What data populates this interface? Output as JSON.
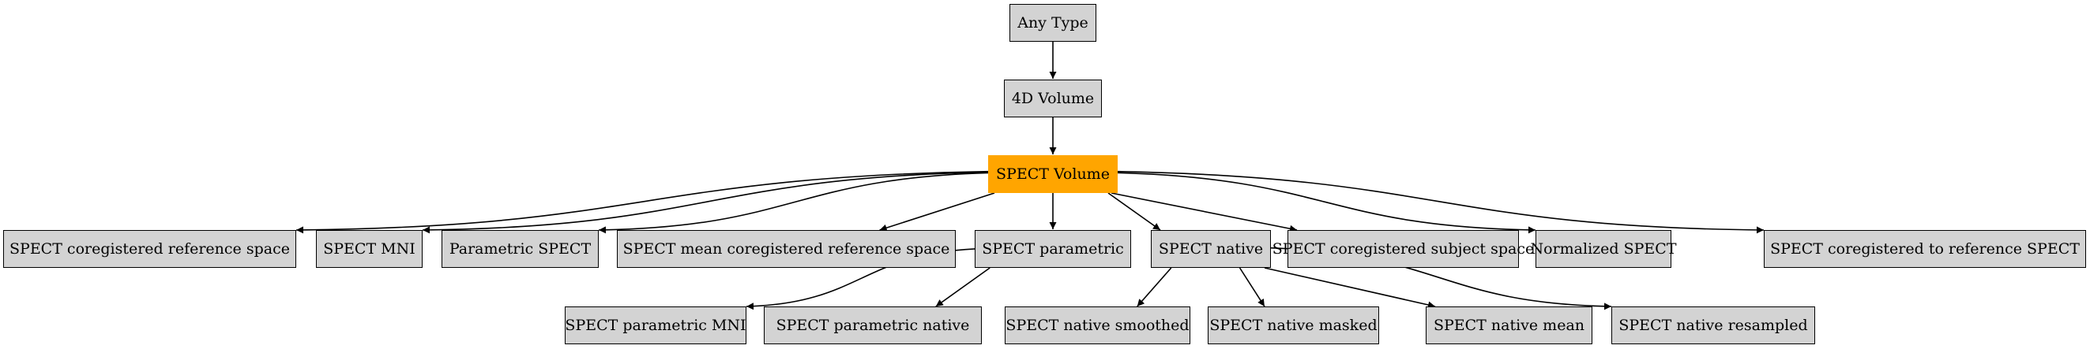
{
  "diagram": {
    "type": "hierarchy",
    "highlight_color": "#ffa500",
    "node_fill": "#d3d3d3",
    "nodes": [
      {
        "id": "any_type",
        "label": "Any Type"
      },
      {
        "id": "4d_volume",
        "label": "4D Volume"
      },
      {
        "id": "spect_volume",
        "label": "SPECT Volume",
        "highlighted": true
      },
      {
        "id": "spect_coreg_ref_space",
        "label": "SPECT coregistered reference space"
      },
      {
        "id": "spect_mni",
        "label": "SPECT MNI"
      },
      {
        "id": "parametric_spect",
        "label": "Parametric SPECT"
      },
      {
        "id": "spect_mean_coreg_ref_space",
        "label": "SPECT mean coregistered reference space"
      },
      {
        "id": "spect_parametric",
        "label": "SPECT parametric"
      },
      {
        "id": "spect_native",
        "label": "SPECT native"
      },
      {
        "id": "spect_coreg_subject_space",
        "label": "SPECT coregistered subject space"
      },
      {
        "id": "normalized_spect",
        "label": "Normalized SPECT"
      },
      {
        "id": "spect_coreg_to_ref_spect",
        "label": "SPECT coregistered to reference SPECT"
      },
      {
        "id": "spect_parametric_mni",
        "label": "SPECT parametric MNI"
      },
      {
        "id": "spect_parametric_native",
        "label": "SPECT parametric native"
      },
      {
        "id": "spect_native_smoothed",
        "label": "SPECT native smoothed"
      },
      {
        "id": "spect_native_masked",
        "label": "SPECT native masked"
      },
      {
        "id": "spect_native_mean",
        "label": "SPECT native mean"
      },
      {
        "id": "spect_native_resampled",
        "label": "SPECT native resampled"
      }
    ],
    "edges": [
      {
        "from": "any_type",
        "to": "4d_volume"
      },
      {
        "from": "4d_volume",
        "to": "spect_volume"
      },
      {
        "from": "spect_volume",
        "to": "spect_coreg_ref_space"
      },
      {
        "from": "spect_volume",
        "to": "spect_mni"
      },
      {
        "from": "spect_volume",
        "to": "parametric_spect"
      },
      {
        "from": "spect_volume",
        "to": "spect_mean_coreg_ref_space"
      },
      {
        "from": "spect_volume",
        "to": "spect_parametric"
      },
      {
        "from": "spect_volume",
        "to": "spect_native"
      },
      {
        "from": "spect_volume",
        "to": "spect_coreg_subject_space"
      },
      {
        "from": "spect_volume",
        "to": "normalized_spect"
      },
      {
        "from": "spect_volume",
        "to": "spect_coreg_to_ref_spect"
      },
      {
        "from": "spect_parametric",
        "to": "spect_parametric_mni"
      },
      {
        "from": "spect_parametric",
        "to": "spect_parametric_native"
      },
      {
        "from": "spect_native",
        "to": "spect_native_smoothed"
      },
      {
        "from": "spect_native",
        "to": "spect_native_masked"
      },
      {
        "from": "spect_native",
        "to": "spect_native_mean"
      },
      {
        "from": "spect_native",
        "to": "spect_native_resampled"
      }
    ]
  }
}
